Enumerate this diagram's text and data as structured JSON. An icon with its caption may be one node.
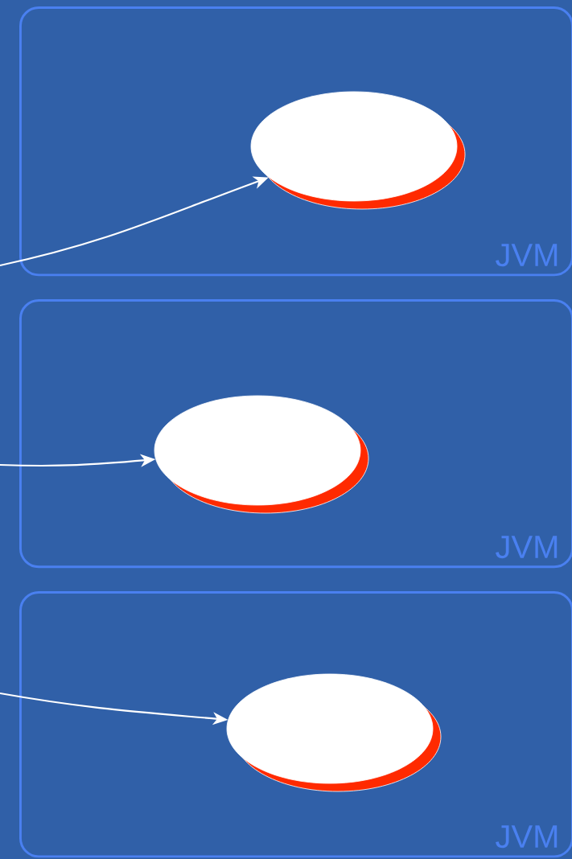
{
  "diagram": {
    "nodes": [
      {
        "text": [
          "JVM"
        ]
      },
      {
        "text": [],
        "shape": "ellipse",
        "in": 0
      },
      {
        "text": [
          "JVM"
        ]
      },
      {
        "text": [],
        "shape": "ellipse",
        "in": 2
      },
      {
        "text": [
          "JVM"
        ]
      },
      {
        "text": [],
        "shape": "ellipse",
        "in": 4
      }
    ],
    "edges": [
      {
        "from": null,
        "to": 1,
        "arrow": "to"
      },
      {
        "from": null,
        "to": 3,
        "arrow": "to"
      },
      {
        "from": null,
        "to": 5,
        "arrow": "to"
      }
    ]
  }
}
